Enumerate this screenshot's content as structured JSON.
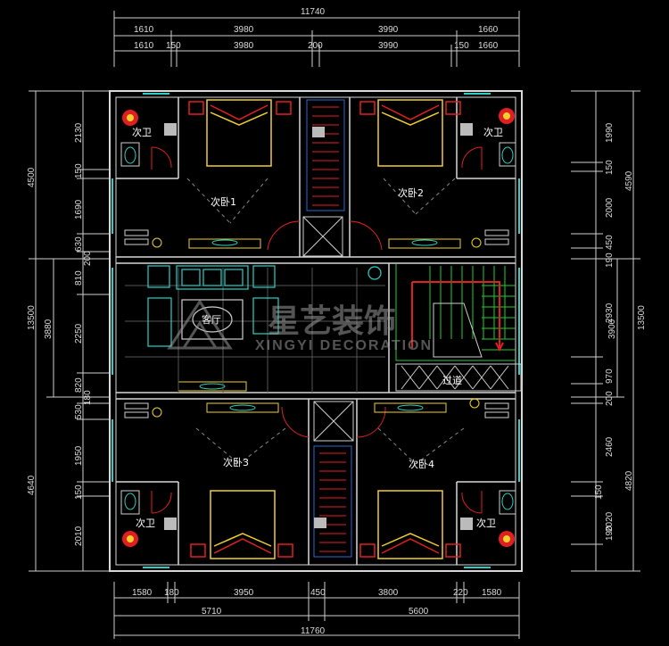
{
  "plan": {
    "dimensions": {
      "top_total": "11740",
      "top_row1": [
        "1610",
        "3980",
        "3990",
        "1660"
      ],
      "top_row2": [
        "1610",
        "150",
        "3980",
        "200",
        "3990",
        "150",
        "1660"
      ],
      "bottom_row1": [
        "1580",
        "180",
        "3950",
        "450",
        "3800",
        "220",
        "1580"
      ],
      "bottom_row2": [
        "5710",
        "5600"
      ],
      "bottom_total": "11760",
      "left_outer": [
        "4500",
        "13500",
        "4640"
      ],
      "left_mid": [
        "3880"
      ],
      "left_inner": [
        "2130",
        "150",
        "1690",
        "630",
        "200",
        "810",
        "2250",
        "820",
        "180",
        "530",
        "1950",
        "150",
        "2010"
      ],
      "right_outer": [
        "4590",
        "13500",
        "4820"
      ],
      "right_mid": [
        "3900"
      ],
      "right_inner": [
        "1990",
        "150",
        "2000",
        "450",
        "190",
        "2930",
        "970",
        "200",
        "2460",
        "150",
        "2020",
        "190"
      ]
    },
    "rooms": {
      "bath_tl": "次卫",
      "bath_tr": "次卫",
      "bath_bl": "次卫",
      "bath_br": "次卫",
      "bed1": "次卧1",
      "bed2": "次卧2",
      "bed3": "次卧3",
      "bed4": "次卧4",
      "living": "客厅",
      "corridor": "过道"
    },
    "watermark": {
      "text": "星艺装饰",
      "latin": "XINGYI DECORATION"
    },
    "colors": {
      "background": "#000000",
      "dimension_line": "#dcdcdc",
      "wall": "#2ad0c8",
      "furniture_yellow": "#f0d030",
      "accent_red": "#e02020",
      "stair_green": "#22d030",
      "text": "#ffffff"
    }
  }
}
